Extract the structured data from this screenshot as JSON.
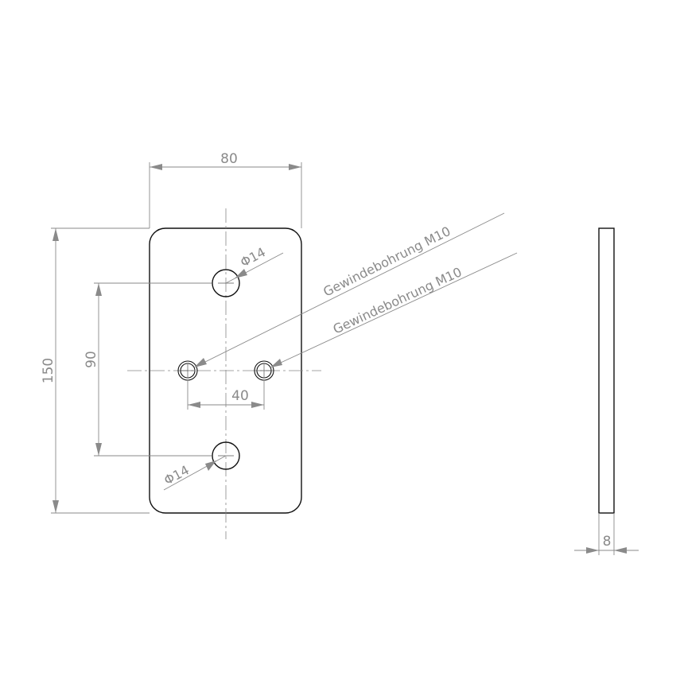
{
  "dimensions": {
    "width": "80",
    "height": "150",
    "hole_spacing_vertical": "90",
    "hole_spacing_horizontal": "40",
    "thickness": "8"
  },
  "callouts": {
    "diameter_top": "Φ14",
    "diameter_bottom": "Φ14",
    "thread_1": "Gewindebohrung M10",
    "thread_2": "Gewindebohrung M10"
  },
  "colors": {
    "outline": "#111111",
    "dimension": "#8a8a8a"
  }
}
